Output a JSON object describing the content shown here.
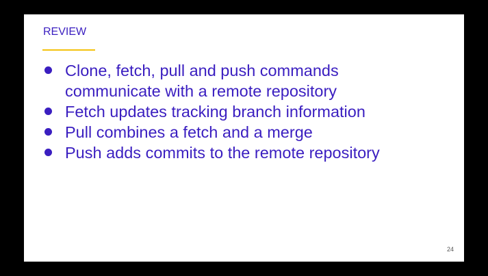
{
  "slide": {
    "heading": "REVIEW",
    "bullets": [
      "Clone, fetch, pull and push commands communicate with a remote repository",
      "Fetch updates tracking branch information",
      "Pull combines a fetch and a merge",
      "Push adds commits to the remote repository"
    ],
    "page_number": "24"
  },
  "colors": {
    "text": "#3a1ec0",
    "accent_rule": "#f4c20d",
    "background": "#000000",
    "slide_background": "#ffffff"
  }
}
